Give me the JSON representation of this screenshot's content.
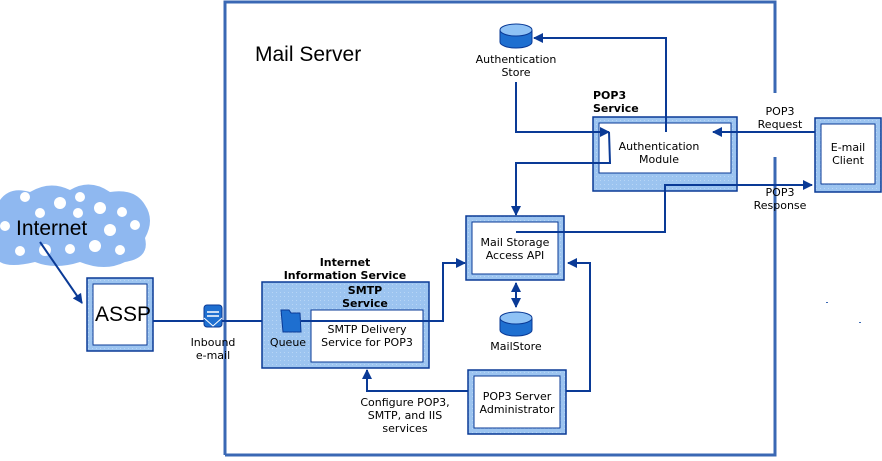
{
  "title": "Mail Server",
  "internet": {
    "label": "Internet"
  },
  "assp": {
    "label": "ASSP"
  },
  "inbound": {
    "label": "Inbound\ne-mail"
  },
  "iis": {
    "label": "Internet\nInformation Service"
  },
  "smtp": {
    "label": "SMTP\nService",
    "queue_label": "Queue",
    "delivery_label": "SMTP Delivery\nService for POP3"
  },
  "configure": {
    "label": "Configure POP3,\nSMTP, and IIS\nservices"
  },
  "admin": {
    "label": "POP3 Server\nAdministrator"
  },
  "mail_api": {
    "label": "Mail Storage\nAccess API"
  },
  "mailstore": {
    "label": "MailStore"
  },
  "auth_store": {
    "label": "Authentication\nStore"
  },
  "pop3": {
    "label": "POP3\nService",
    "module_label": "Authentication\nModule"
  },
  "client": {
    "label": "E-mail\nClient"
  },
  "request": {
    "label": "POP3\nRequest"
  },
  "response": {
    "label": "POP3\nResponse"
  },
  "colors": {
    "frame": "#3a68b4",
    "line": "#0a3a96",
    "box_fill": "#9cc4f0",
    "cloud": "#8fb8f0"
  }
}
